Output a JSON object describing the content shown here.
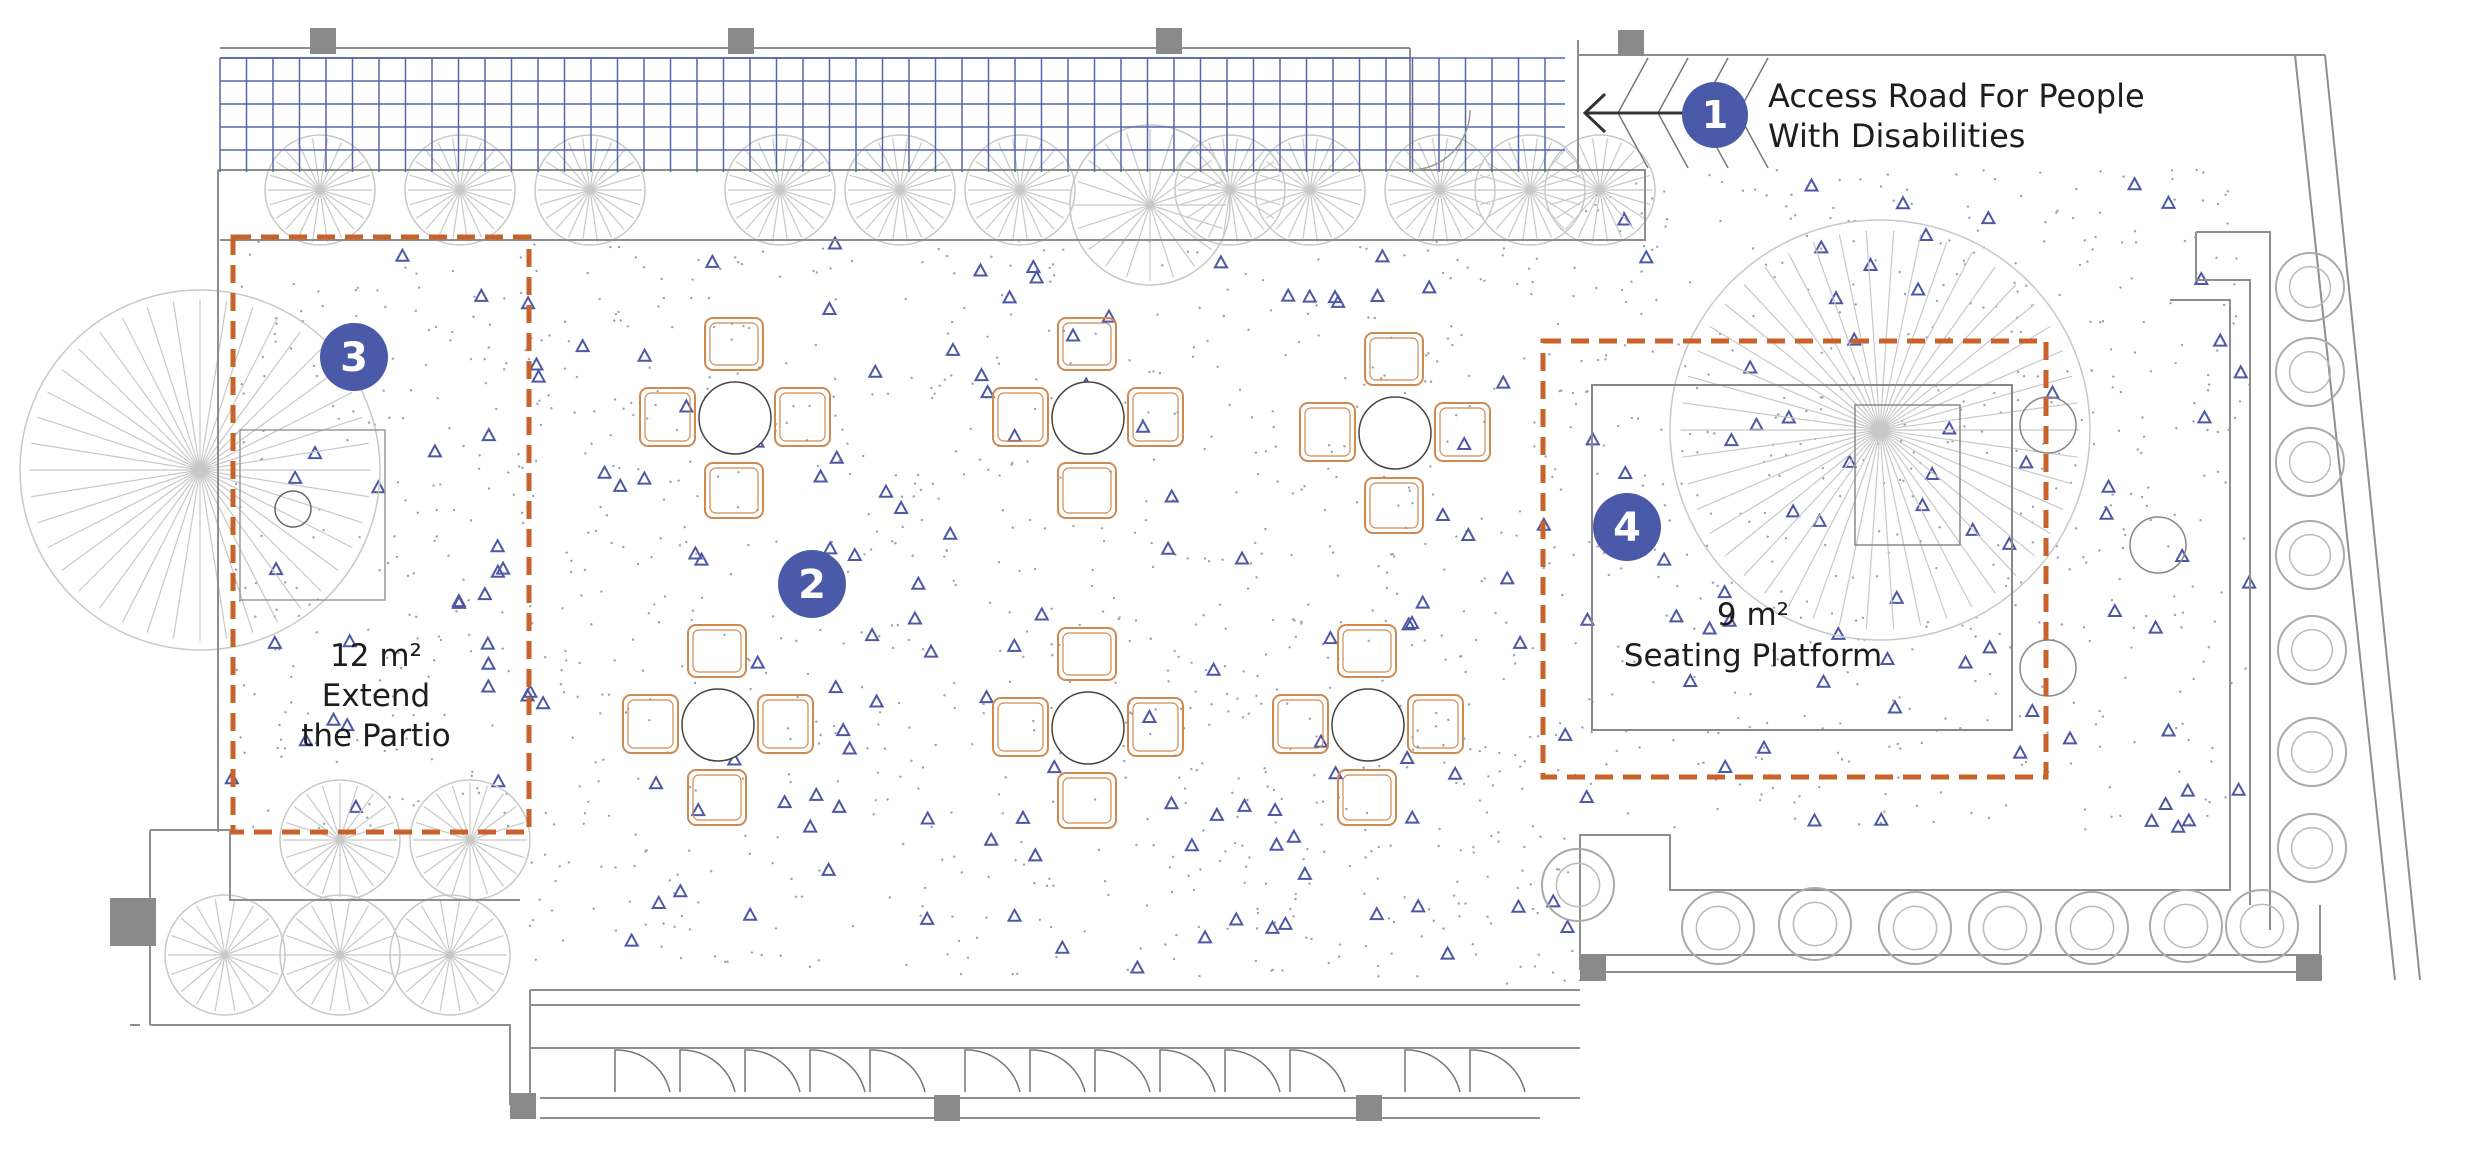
{
  "colors": {
    "background": "#ffffff",
    "line": "#8e8e8e",
    "light_line": "#c8c8c8",
    "paving_dots": "#9aa0b4",
    "paving_triangles": "#4c58a4",
    "tile_grid": "#5566a8",
    "furniture": "#cf8a52",
    "zone_outline": "#c8622a",
    "badge": "#4a5aa8",
    "badge_text": "#ffffff",
    "label_text": "#1d1d1d"
  },
  "icons": {
    "badge": "numbered-circle-icon",
    "arrow": "direction-arrow-icon",
    "table": "round-table-icon",
    "chair": "chair-icon",
    "tree": "tree-canopy-icon",
    "shrub": "round-shrub-icon",
    "door": "door-swing-icon"
  },
  "annotations": [
    {
      "number": "1",
      "lines": [
        "Access Road For People",
        "With Disabilities"
      ]
    },
    {
      "number": "2",
      "lines": []
    },
    {
      "number": "3",
      "lines": [
        "12 m²",
        "Extend",
        "the Partio"
      ]
    },
    {
      "number": "4",
      "lines": [
        "9 m²",
        "Seating Platform"
      ]
    }
  ]
}
